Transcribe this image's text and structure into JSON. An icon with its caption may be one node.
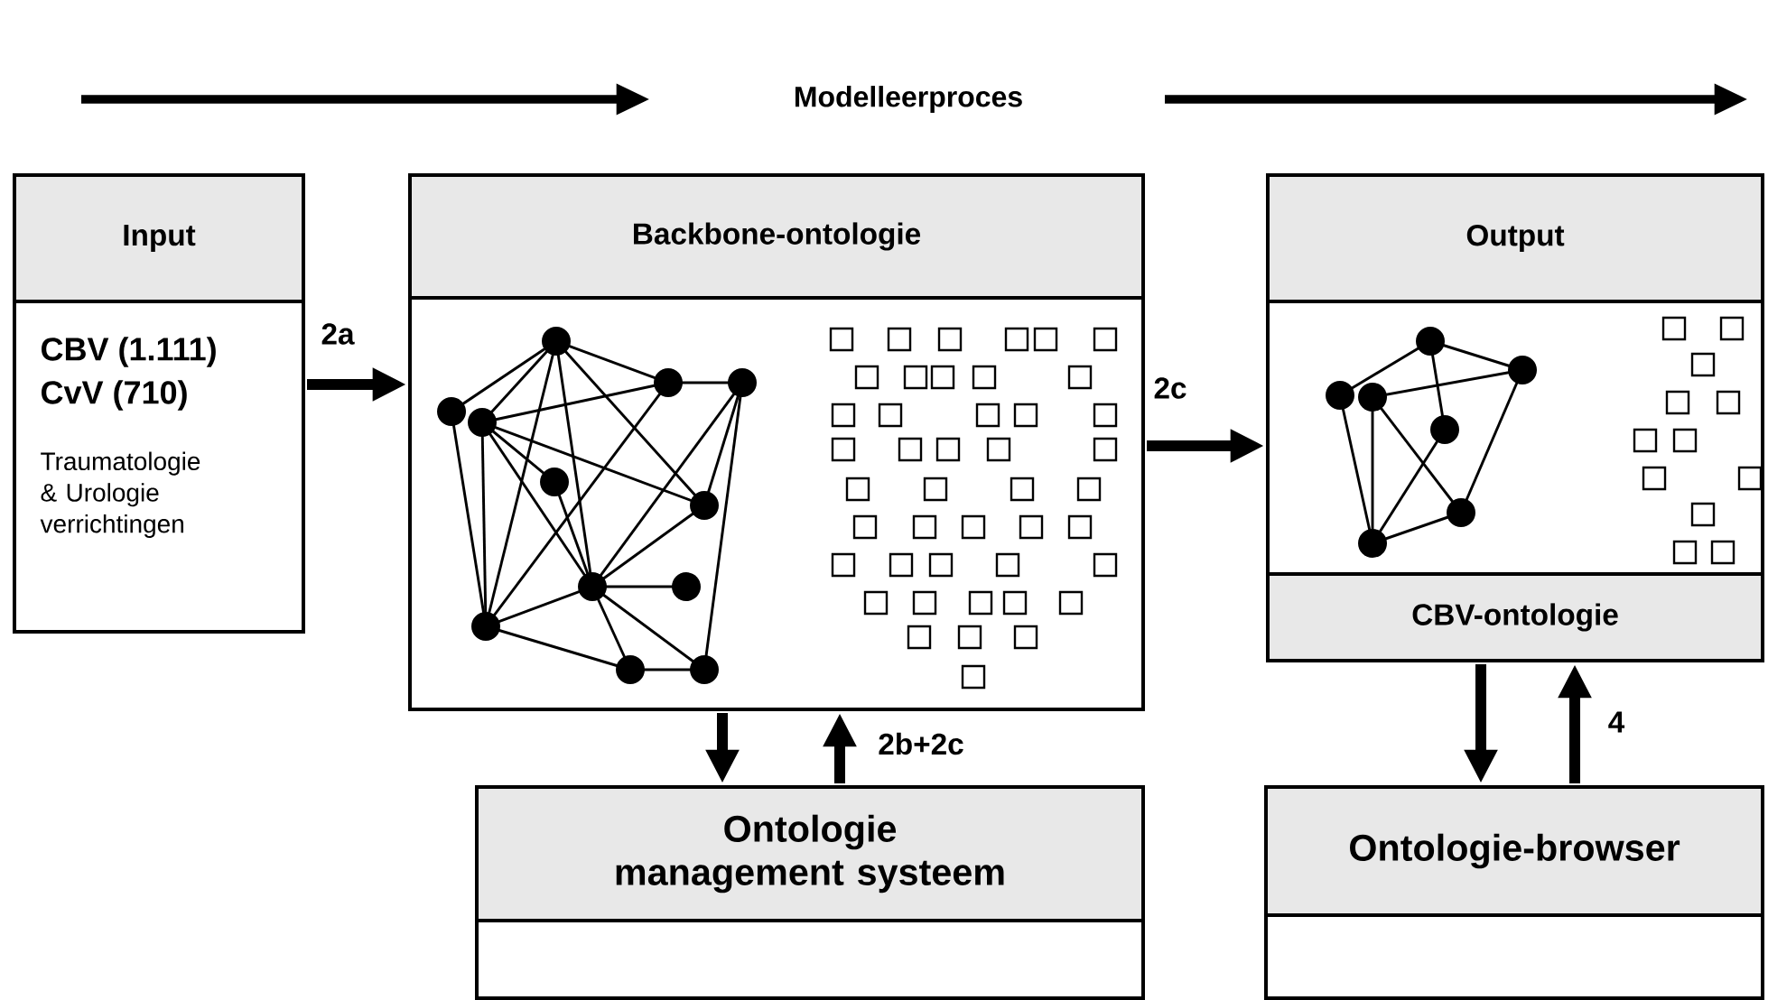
{
  "diagram": {
    "title": "Modelleerproces",
    "nodes": [
      {
        "text": [
          "Input",
          "CBV (1.111)",
          "CvV (710)",
          "Traumatologie & Urologie verrichtingen"
        ]
      },
      {
        "text": [
          "Backbone-ontologie"
        ]
      },
      {
        "text": [
          "Output"
        ]
      },
      {
        "text": [
          "CBV-ontologie"
        ],
        "in": 2
      },
      {
        "text": [
          "Ontologie management systeem"
        ]
      },
      {
        "text": [
          "Ontologie-browser"
        ]
      }
    ],
    "edges": [
      {
        "from": 0,
        "to": 1,
        "arrow": "to",
        "label": "2a"
      },
      {
        "from": 1,
        "to": 2,
        "arrow": "to",
        "label": "2c"
      },
      {
        "from": 1,
        "to": 4,
        "arrow": "to"
      },
      {
        "from": 4,
        "to": 1,
        "arrow": "to",
        "label": "2b+2c"
      },
      {
        "from": 3,
        "to": 5,
        "arrow": "to"
      },
      {
        "from": 5,
        "to": 3,
        "arrow": "to",
        "label": "4"
      }
    ]
  }
}
